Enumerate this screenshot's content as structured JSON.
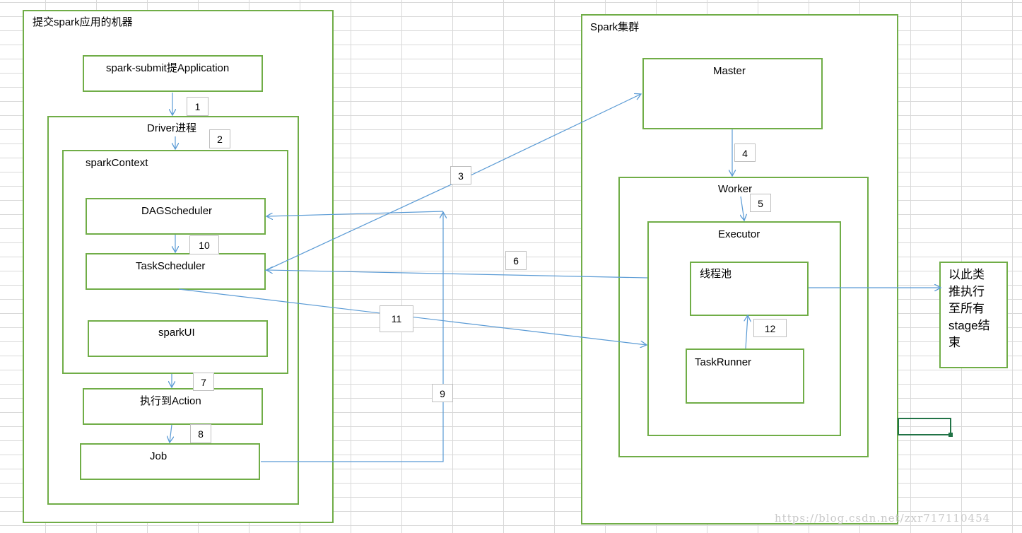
{
  "submit_machine": {
    "title": "提交spark应用的机器",
    "spark_submit": "spark-submit提Application",
    "driver": {
      "title": "Driver进程",
      "spark_context": {
        "title": "sparkContext",
        "dag_scheduler": "DAGScheduler",
        "task_scheduler": "TaskScheduler",
        "spark_ui": "sparkUI"
      }
    },
    "action": "执行到Action",
    "job": "Job"
  },
  "cluster": {
    "title": "Spark集群",
    "master": "Master",
    "worker": {
      "title": "Worker",
      "executor": {
        "title": "Executor",
        "thread_pool": "线程池",
        "task_runner": "TaskRunner"
      }
    }
  },
  "result_note": "以此类推执行至所有stage结束",
  "steps": [
    "1",
    "2",
    "3",
    "4",
    "5",
    "6",
    "7",
    "8",
    "9",
    "10",
    "11",
    "12"
  ],
  "watermark": "https://blog.csdn.net/zxr717110454",
  "colors": {
    "box_border": "#70ad47",
    "arrow": "#5b9bd5",
    "step_border": "#bfbfbf",
    "grid": "#d9d9d9"
  }
}
